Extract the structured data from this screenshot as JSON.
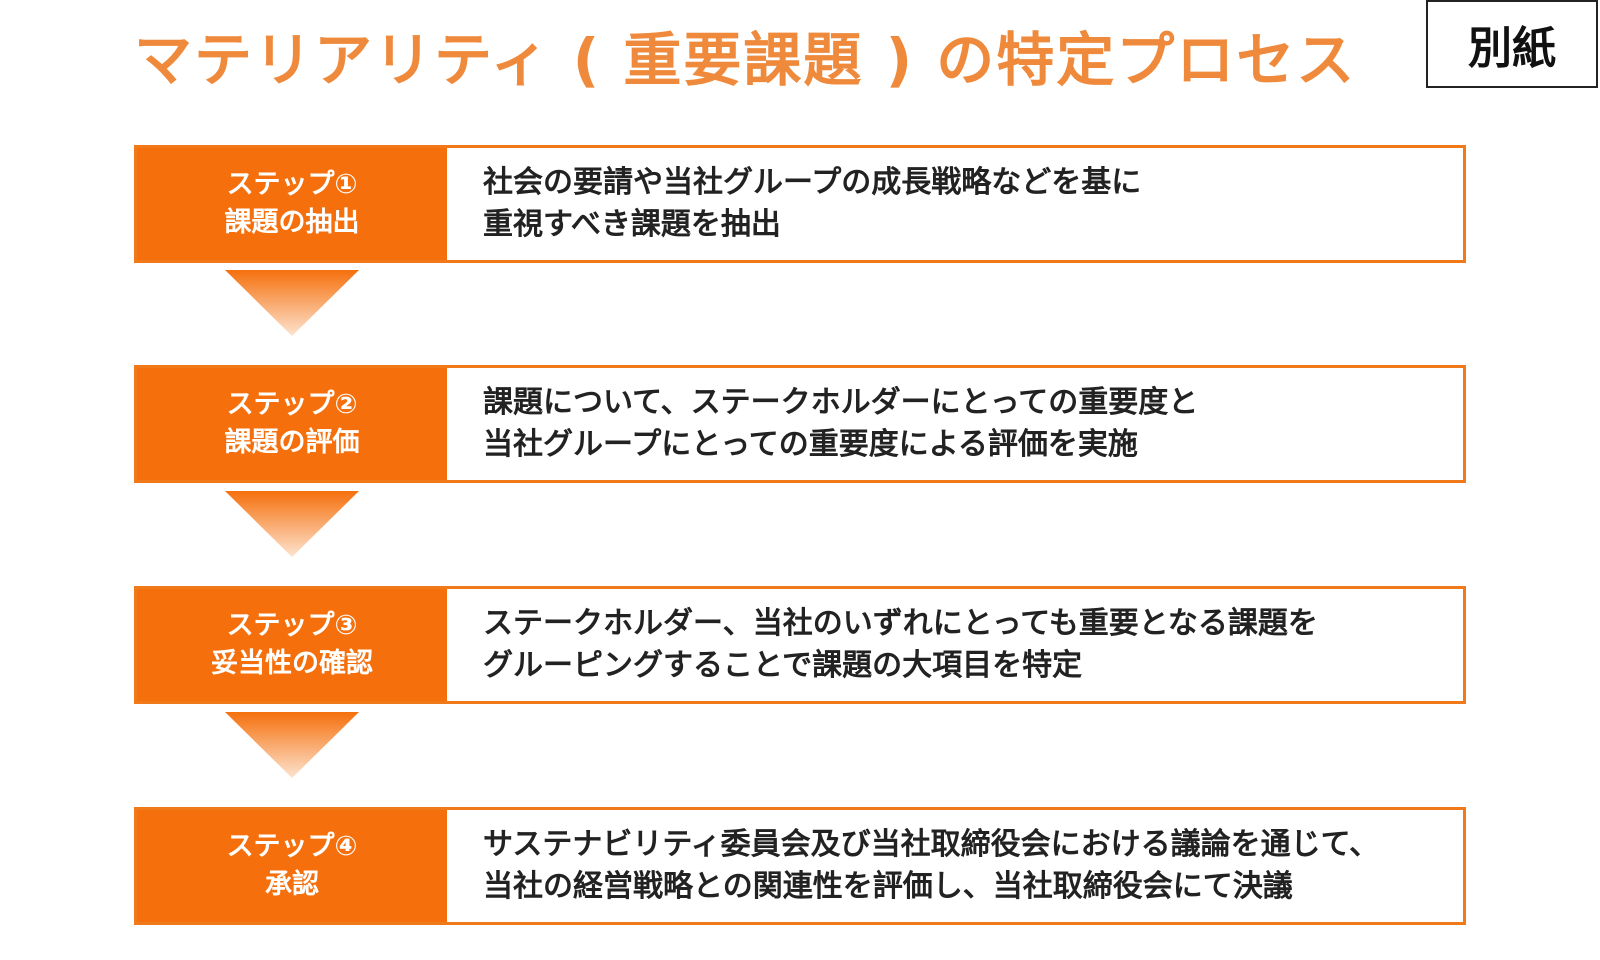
{
  "title": "マテリアリティ ( 重要課題 ) の特定プロセス",
  "badge": "別紙",
  "colors": {
    "accent": "#f5700d",
    "title": "#ef8a3c",
    "border": "#f07a1a"
  },
  "steps": [
    {
      "label_line1": "ステップ①",
      "label_line2": "課題の抽出",
      "desc_line1": "社会の要請や当社グループの成長戦略などを基に",
      "desc_line2": "重視すべき課題を抽出"
    },
    {
      "label_line1": "ステップ②",
      "label_line2": "課題の評価",
      "desc_line1": "課題について、ステークホルダーにとっての重要度と",
      "desc_line2": "当社グループにとっての重要度による評価を実施"
    },
    {
      "label_line1": "ステップ③",
      "label_line2": "妥当性の確認",
      "desc_line1": "ステークホルダー、当社のいずれにとっても重要となる課題を",
      "desc_line2": "グルーピングすることで課題の大項目を特定"
    },
    {
      "label_line1": "ステップ④",
      "label_line2": "承認",
      "desc_line1": "サステナビリティ委員会及び当社取締役会における議論を通じて、",
      "desc_line2": "当社の経営戦略との関連性を評価し、当社取締役会にて決議"
    }
  ]
}
